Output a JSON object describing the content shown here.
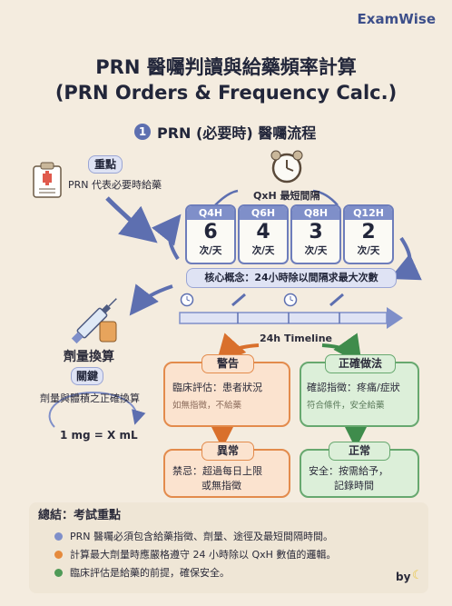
{
  "brand": "ExamWise",
  "title_line1": "PRN 醫囑判讀與給藥頻率計算",
  "title_line2": "(PRN Orders & Frequency Calc.)",
  "section": {
    "number": "1",
    "title": "PRN (必要時) 醫囑流程"
  },
  "key_point": {
    "label": "重點",
    "text": "PRN 代表必要時給藥"
  },
  "interval_label": "QxH 最短間隔",
  "frequencies": [
    {
      "code": "Q4H",
      "count": "6",
      "unit": "次/天"
    },
    {
      "code": "Q6H",
      "count": "4",
      "unit": "次/天"
    },
    {
      "code": "Q8H",
      "count": "3",
      "unit": "次/天"
    },
    {
      "code": "Q12H",
      "count": "2",
      "unit": "次/天"
    }
  ],
  "core_concept": "核心概念：24小時除以間隔求最大次數",
  "timeline_label": "24h Timeline",
  "dose_conversion": {
    "title": "劑量換算",
    "key_label": "關鍵",
    "desc": "劑量與體積之正確換算",
    "formula": "1 mg = X mL"
  },
  "warning_box": {
    "head": "警告",
    "line1": "臨床評估：患者狀況",
    "line2": "如無指徵，不給藥"
  },
  "correct_box": {
    "head": "正確做法",
    "line1": "確認指徵：疼痛/症狀",
    "line2": "符合條件，安全給藥"
  },
  "abnormal_box": {
    "head": "異常",
    "line1": "禁忌：超過每日上限",
    "line2": "或無指徵"
  },
  "normal_box": {
    "head": "正常",
    "line1": "安全：按需給予，",
    "line2": "記錄時間"
  },
  "summary": {
    "title": "總結：考試重點",
    "items": [
      {
        "text": "PRN 醫囑必須包含給藥指徵、劑量、途徑及最短間隔時間。",
        "color": "#7f8fc9"
      },
      {
        "text": "計算最大劑量時應嚴格遵守 24 小時除以 QxH 數值的邏輯。",
        "color": "#e58a3c"
      },
      {
        "text": "臨床評估是給藥的前提，確保安全。",
        "color": "#4f9a57"
      }
    ]
  },
  "byline": "by"
}
